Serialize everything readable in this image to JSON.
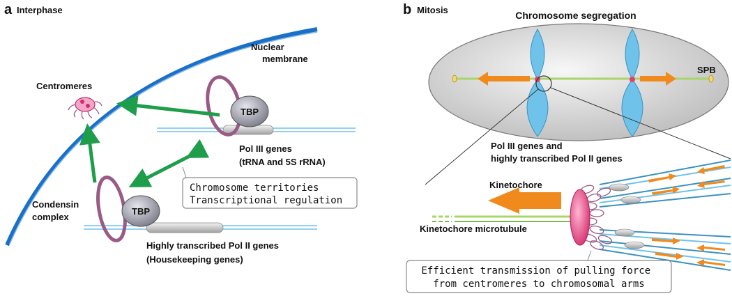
{
  "panel_a": {
    "letter": "a",
    "title": "Interphase",
    "nuclear_membrane": [
      "Nuclear",
      "membrane"
    ],
    "centromeres": "Centromeres",
    "tbp_top": "TBP",
    "tbp_bottom": "TBP",
    "pol3_genes": [
      "Pol III genes",
      "(tRNA and 5S rRNA)"
    ],
    "condensin": [
      "Condensin",
      "complex"
    ],
    "pol2_genes": [
      "Highly transcribed Pol II genes",
      "(Housekeeping genes)"
    ],
    "callout": [
      "Chromosome territories",
      "Transcriptional regulation"
    ]
  },
  "panel_b": {
    "letter": "b",
    "title": "Mitosis",
    "segregation": "Chromosome segregation",
    "spb": "SPB",
    "genes_label": [
      "Pol III genes and",
      "highly transcribed Pol II genes"
    ],
    "kinetochore": "Kinetochore",
    "microtubule": "Kinetochore microtubule",
    "callout": [
      "Efficient transmission of pulling force",
      "from centromeres to chromosomal arms"
    ]
  },
  "colors": {
    "membrane": "#1a6fc9",
    "arrow_green": "#1e9e4a",
    "arrow_orange": "#f08a1c",
    "condensin_ring": "#9a5a86",
    "chromosome": "#6fc3ea",
    "kinetochore": "#e0407a",
    "microtubule": "#a8d46a",
    "tbp": "#9a9aa8"
  }
}
